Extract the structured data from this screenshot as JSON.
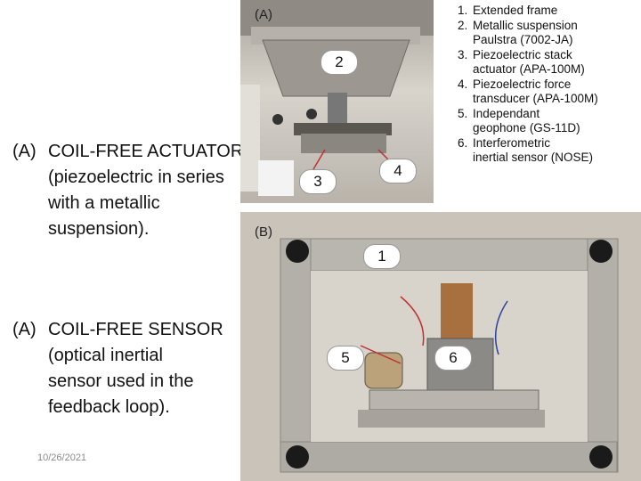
{
  "slide": {
    "bullets": [
      {
        "marker": "(A)",
        "lines": [
          "COIL-FREE ACTUATOR",
          "(piezoelectric in series",
          "with a metallic",
          "suspension)."
        ]
      },
      {
        "marker": "(A)",
        "lines": [
          "COIL-FREE SENSOR",
          "(optical inertial",
          "sensor used in the",
          "feedback loop)."
        ]
      }
    ],
    "date": "10/26/2021"
  },
  "figure": {
    "panel_a_label": "(A)",
    "panel_b_label": "(B)",
    "callouts": [
      "1",
      "2",
      "3",
      "4",
      "5",
      "6"
    ],
    "legend": [
      {
        "num": "1.",
        "lines": [
          "Extended frame"
        ]
      },
      {
        "num": "2.",
        "lines": [
          "Metallic suspension",
          "Paulstra (7002-JA)"
        ]
      },
      {
        "num": "3.",
        "lines": [
          "Piezoelectric stack",
          "actuator (APA-100M)"
        ]
      },
      {
        "num": "4.",
        "lines": [
          "Piezoelectric force",
          "transducer (APA-100M)"
        ]
      },
      {
        "num": "5.",
        "lines": [
          "Independant",
          "geophone (GS-11D)"
        ]
      },
      {
        "num": "6.",
        "lines": [
          "Interferometric",
          "inertial sensor (NOSE)"
        ]
      }
    ]
  }
}
